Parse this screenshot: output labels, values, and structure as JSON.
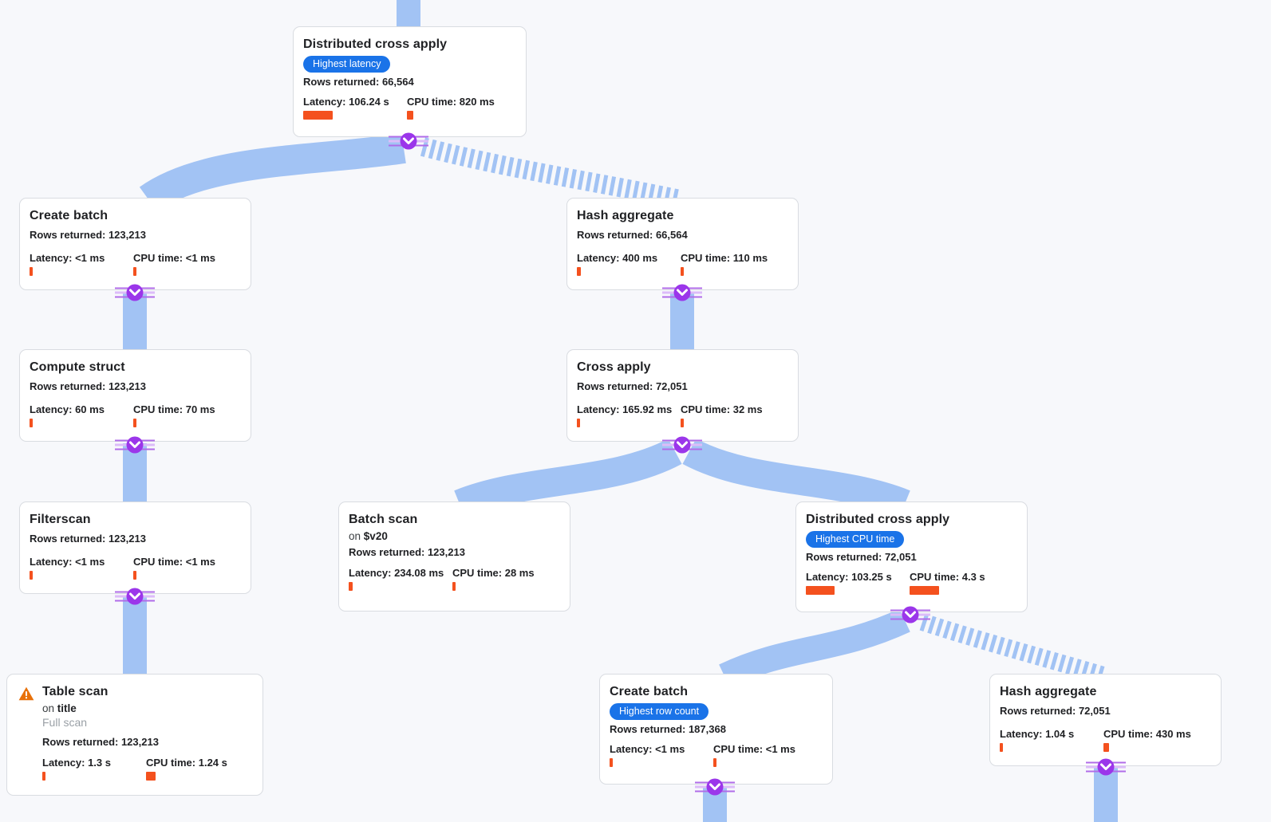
{
  "app": {
    "name": "query-execution-plan-graph",
    "colors": {
      "background": "#f7f8fb",
      "edge_blue": "#a2c3f4",
      "badge_blue": "#1a73e8",
      "bar_orange": "#f4511e",
      "connector_purple": "#9b36ea"
    },
    "icons": {
      "connector": "chevron-down-icon",
      "warning": "warning-triangle-icon"
    }
  },
  "nodes": {
    "n1": {
      "title": "Distributed cross apply",
      "badge": "Highest latency",
      "rows": "Rows returned: 66,564",
      "latency": "Latency: 106.24 s",
      "cpu": "CPU time: 820 ms",
      "latency_bar": 37,
      "cpu_bar": 8
    },
    "n2": {
      "title": "Create batch",
      "rows": "Rows returned: 123,213",
      "latency": "Latency: <1 ms",
      "cpu": "CPU time: <1 ms",
      "latency_bar": 4,
      "cpu_bar": 4
    },
    "n3": {
      "title": "Hash aggregate",
      "rows": "Rows returned: 66,564",
      "latency": "Latency: 400 ms",
      "cpu": "CPU time: 110 ms",
      "latency_bar": 5,
      "cpu_bar": 4
    },
    "n4": {
      "title": "Compute struct",
      "rows": "Rows returned: 123,213",
      "latency": "Latency: 60 ms",
      "cpu": "CPU time: 70 ms",
      "latency_bar": 4,
      "cpu_bar": 4
    },
    "n5": {
      "title": "Cross apply",
      "rows": "Rows returned: 72,051",
      "latency": "Latency: 165.92 ms",
      "cpu": "CPU time: 32 ms",
      "latency_bar": 4,
      "cpu_bar": 4
    },
    "n6": {
      "title": "Filterscan",
      "rows": "Rows returned: 123,213",
      "latency": "Latency: <1 ms",
      "cpu": "CPU time: <1 ms",
      "latency_bar": 4,
      "cpu_bar": 4
    },
    "n7": {
      "title": "Batch scan",
      "sub_prefix": "on",
      "sub_value": "$v20",
      "rows": "Rows returned: 123,213",
      "latency": "Latency: 234.08 ms",
      "cpu": "CPU time: 28 ms",
      "latency_bar": 5,
      "cpu_bar": 4
    },
    "n8": {
      "title": "Distributed cross apply",
      "badge": "Highest CPU time",
      "rows": "Rows returned: 72,051",
      "latency": "Latency: 103.25 s",
      "cpu": "CPU time: 4.3 s",
      "latency_bar": 36,
      "cpu_bar": 37
    },
    "n9": {
      "title": "Table scan",
      "sub_prefix": "on",
      "sub_value": "title",
      "note": "Full scan",
      "rows": "Rows returned: 123,213",
      "latency": "Latency: 1.3 s",
      "cpu": "CPU time: 1.24 s",
      "latency_bar": 4,
      "cpu_bar": 12
    },
    "n10": {
      "title": "Create batch",
      "badge": "Highest row count",
      "rows": "Rows returned: 187,368",
      "latency": "Latency: <1 ms",
      "cpu": "CPU time: <1 ms",
      "latency_bar": 4,
      "cpu_bar": 4
    },
    "n11": {
      "title": "Hash aggregate",
      "rows": "Rows returned: 72,051",
      "latency": "Latency: 1.04 s",
      "cpu": "CPU time: 430 ms",
      "latency_bar": 4,
      "cpu_bar": 7
    }
  }
}
